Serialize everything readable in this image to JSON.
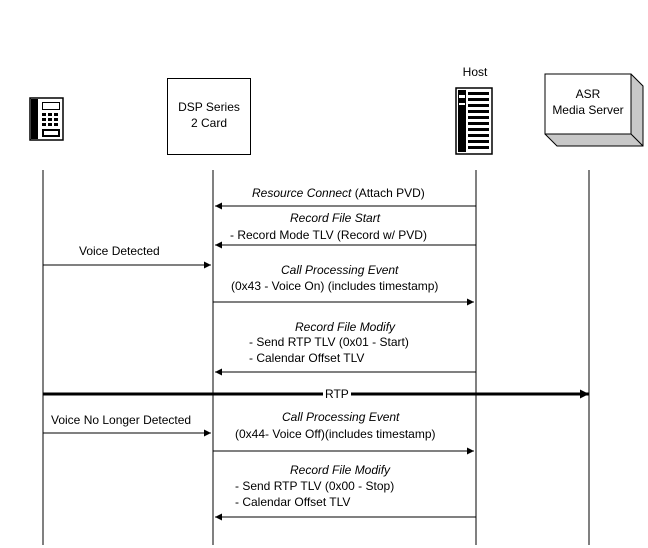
{
  "participants": {
    "phone": {
      "icon": "telephone-icon"
    },
    "dsp": {
      "line1": "DSP Series",
      "line2": "2 Card"
    },
    "host": {
      "label": "Host",
      "icon": "server-tower-icon"
    },
    "asr": {
      "line1": "ASR",
      "line2": "Media Server"
    }
  },
  "messages": {
    "m1": {
      "title": "Resource Connect",
      "detail": " (Attach PVD)"
    },
    "m2": {
      "title": "Record File Start",
      "detail": "- Record Mode TLV (Record w/ PVD)"
    },
    "m3": {
      "text": "Voice Detected"
    },
    "m4": {
      "title": "Call Processing Event",
      "detail": "(0x43 - Voice On) (includes timestamp)"
    },
    "m5": {
      "title": "Record File Modify",
      "detail1": "- Send RTP TLV (0x01 - Start)",
      "detail2": "- Calendar Offset TLV"
    },
    "m6": {
      "text": "RTP"
    },
    "m7": {
      "text": "Voice No Longer Detected"
    },
    "m8": {
      "title": "Call Processing Event",
      "detail": "(0x44- Voice Off)(includes timestamp)"
    },
    "m9": {
      "title": "Record File Modify",
      "detail1": "- Send RTP TLV (0x00 - Stop)",
      "detail2": "- Calendar Offset TLV"
    }
  }
}
